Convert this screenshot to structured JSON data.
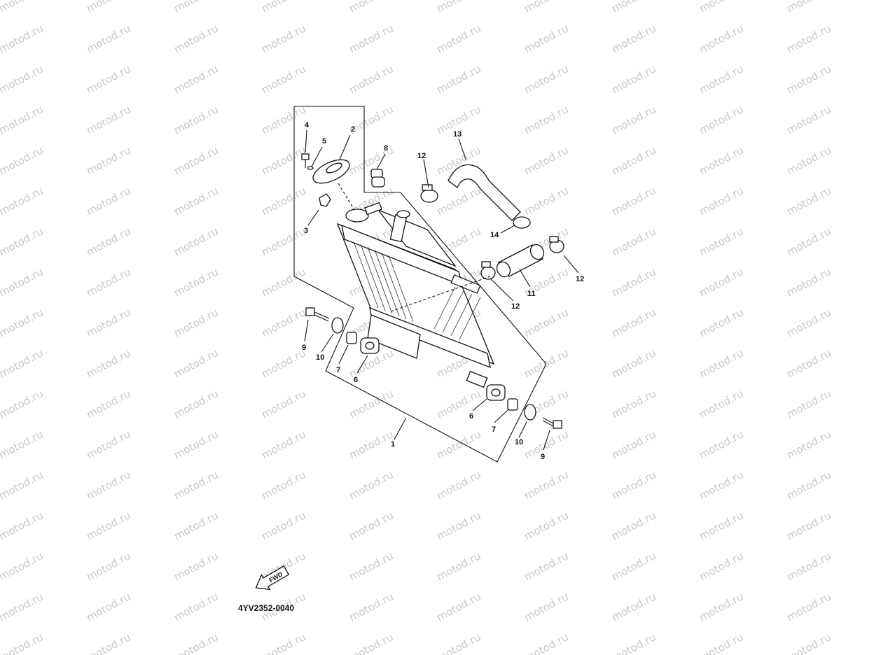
{
  "watermark": {
    "text": "motod.ru"
  },
  "diagram_code": "4YV2352-0040",
  "fwd_label": "FWD",
  "callouts": {
    "c1": "1",
    "c2": "2",
    "c3": "3",
    "c4": "4",
    "c5": "5",
    "c6a": "6",
    "c6b": "6",
    "c7a": "7",
    "c7b": "7",
    "c8": "8",
    "c9a": "9",
    "c9b": "9",
    "c10a": "10",
    "c10b": "10",
    "c11": "11",
    "c12a": "12",
    "c12b": "12",
    "c12c": "12",
    "c13": "13",
    "c14": "14"
  },
  "colors": {
    "line": "#111111",
    "watermark": "#9a9a9a",
    "background": "#ffffff"
  }
}
